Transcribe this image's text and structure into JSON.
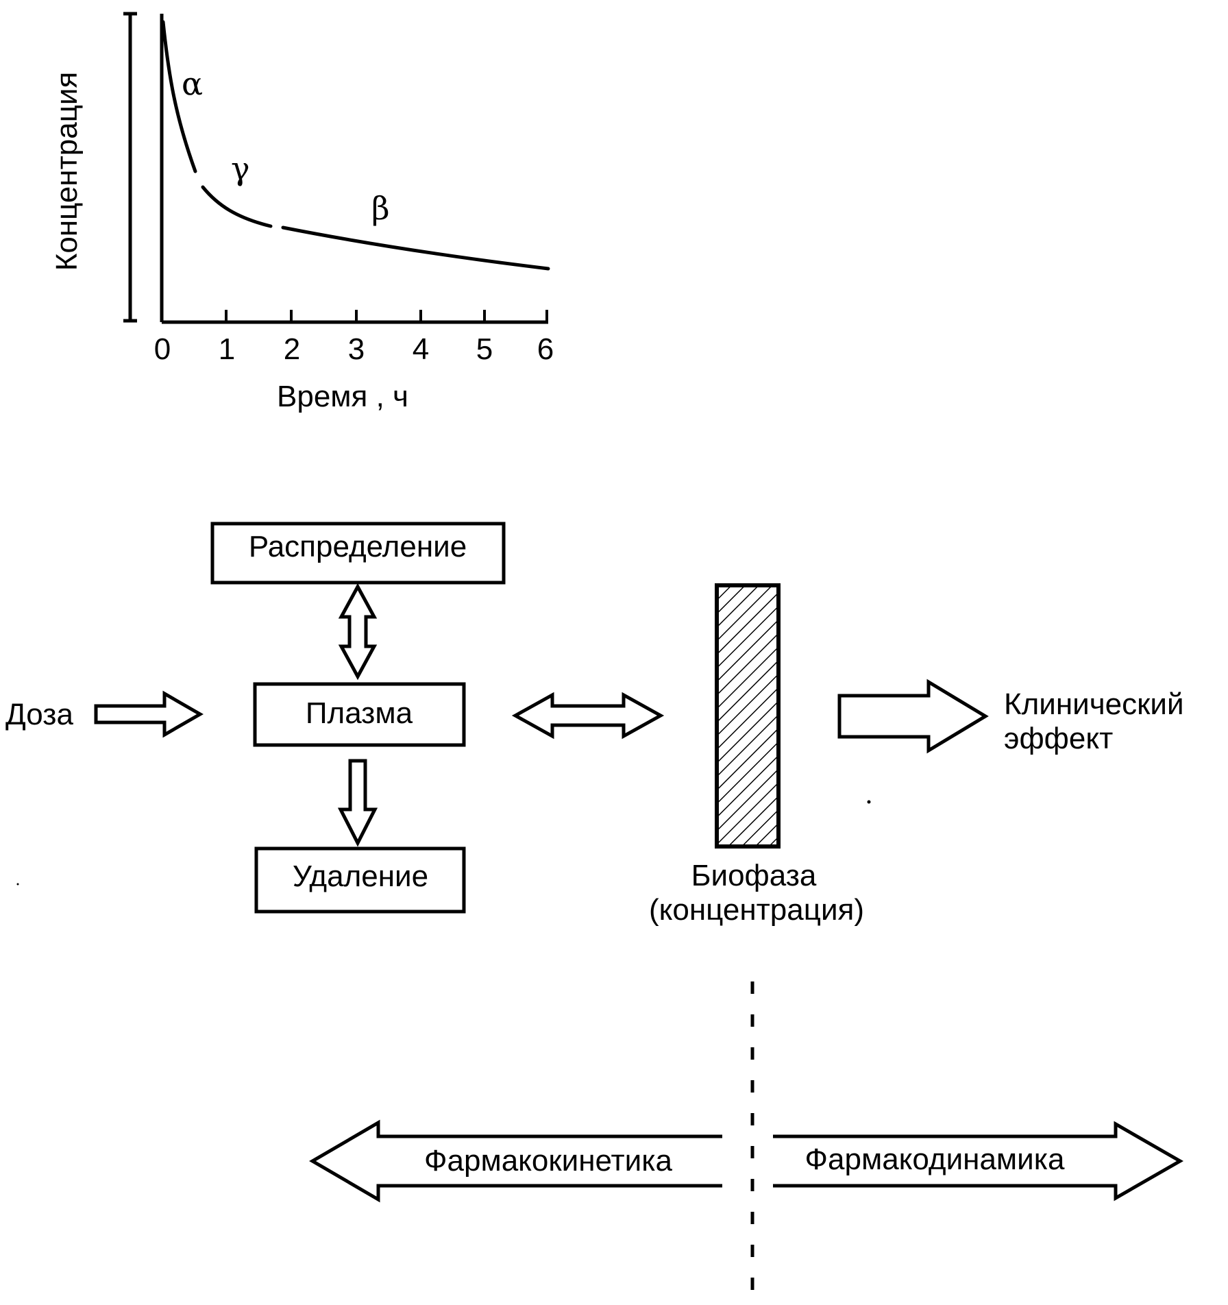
{
  "graph": {
    "ylabel": "Концентрация",
    "xlabel": "Время , ч",
    "xticks": [
      "0",
      "1",
      "2",
      "3",
      "4",
      "5",
      "6"
    ],
    "phases": {
      "alpha": "α",
      "gamma": "γ",
      "beta": "β"
    }
  },
  "scheme": {
    "distribution": "Распределение",
    "plasma": "Плазма",
    "removal": "Удаление",
    "dose": "Доза",
    "biophase_line1": "Биофаза",
    "biophase_line2": "(концентрация)",
    "effect_line1": "Клинический",
    "effect_line2": "эффект"
  },
  "bottom": {
    "pharmacokinetics": "Фармакокинетика",
    "pharmacodynamics": "Фармакодинамика"
  }
}
